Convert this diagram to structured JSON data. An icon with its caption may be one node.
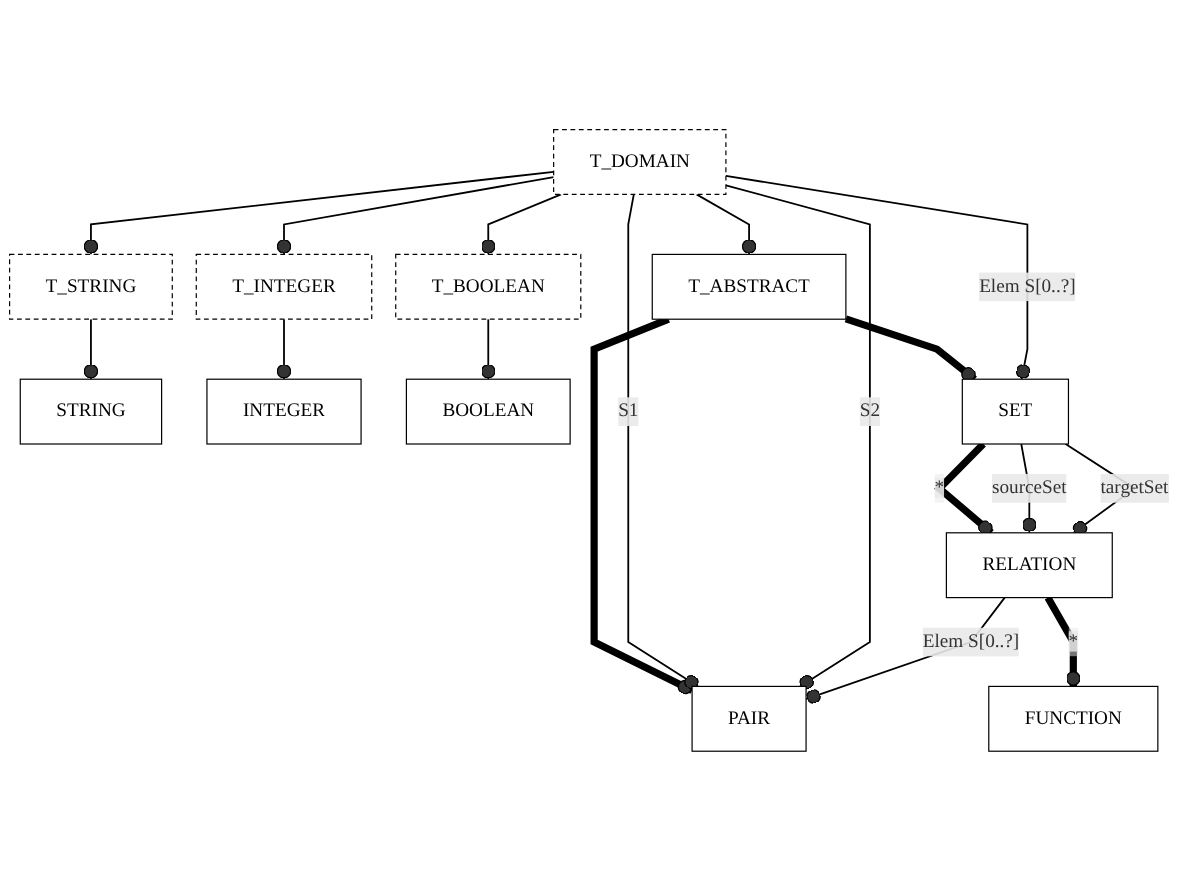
{
  "diagram": {
    "nodes": [
      {
        "text": [
          "T_DOMAIN"
        ]
      },
      {
        "text": [
          "T_STRING"
        ]
      },
      {
        "text": [
          "T_INTEGER"
        ]
      },
      {
        "text": [
          "T_BOOLEAN"
        ]
      },
      {
        "text": [
          "T_ABSTRACT"
        ]
      },
      {
        "text": [
          "STRING"
        ]
      },
      {
        "text": [
          "INTEGER"
        ]
      },
      {
        "text": [
          "BOOLEAN"
        ]
      },
      {
        "text": [
          "PAIR"
        ]
      },
      {
        "text": [
          "SET"
        ]
      },
      {
        "text": [
          "RELATION"
        ]
      },
      {
        "text": [
          "FUNCTION"
        ]
      }
    ],
    "edges": [
      {
        "from": 0,
        "to": 1,
        "arrow": "other"
      },
      {
        "from": 0,
        "to": 2,
        "arrow": "other"
      },
      {
        "from": 0,
        "to": 3,
        "arrow": "other"
      },
      {
        "from": 0,
        "to": 4,
        "arrow": "other"
      },
      {
        "from": 1,
        "to": 5,
        "arrow": "other"
      },
      {
        "from": 2,
        "to": 6,
        "arrow": "other"
      },
      {
        "from": 3,
        "to": 7,
        "arrow": "other"
      },
      {
        "from": 4,
        "to": 8,
        "arrow": "other",
        "style": "thick"
      },
      {
        "from": 4,
        "to": 9,
        "arrow": "other",
        "style": "thick"
      },
      {
        "from": 0,
        "to": 8,
        "label": "S1",
        "arrow": "other"
      },
      {
        "from": 0,
        "to": 8,
        "label": "S2",
        "arrow": "other"
      },
      {
        "from": 0,
        "to": 9,
        "label": "Elem S[0..?]",
        "arrow": "other"
      },
      {
        "from": 9,
        "to": 10,
        "label": "*",
        "arrow": "other",
        "style": "thick"
      },
      {
        "from": 9,
        "to": 10,
        "label": "sourceSet",
        "arrow": "other"
      },
      {
        "from": 9,
        "to": 10,
        "label": "targetSet",
        "arrow": "other"
      },
      {
        "from": 10,
        "to": 8,
        "label": "Elem S[0..?]",
        "arrow": "other"
      },
      {
        "from": 10,
        "to": 11,
        "label": "*",
        "arrow": "other",
        "style": "thick"
      }
    ]
  }
}
